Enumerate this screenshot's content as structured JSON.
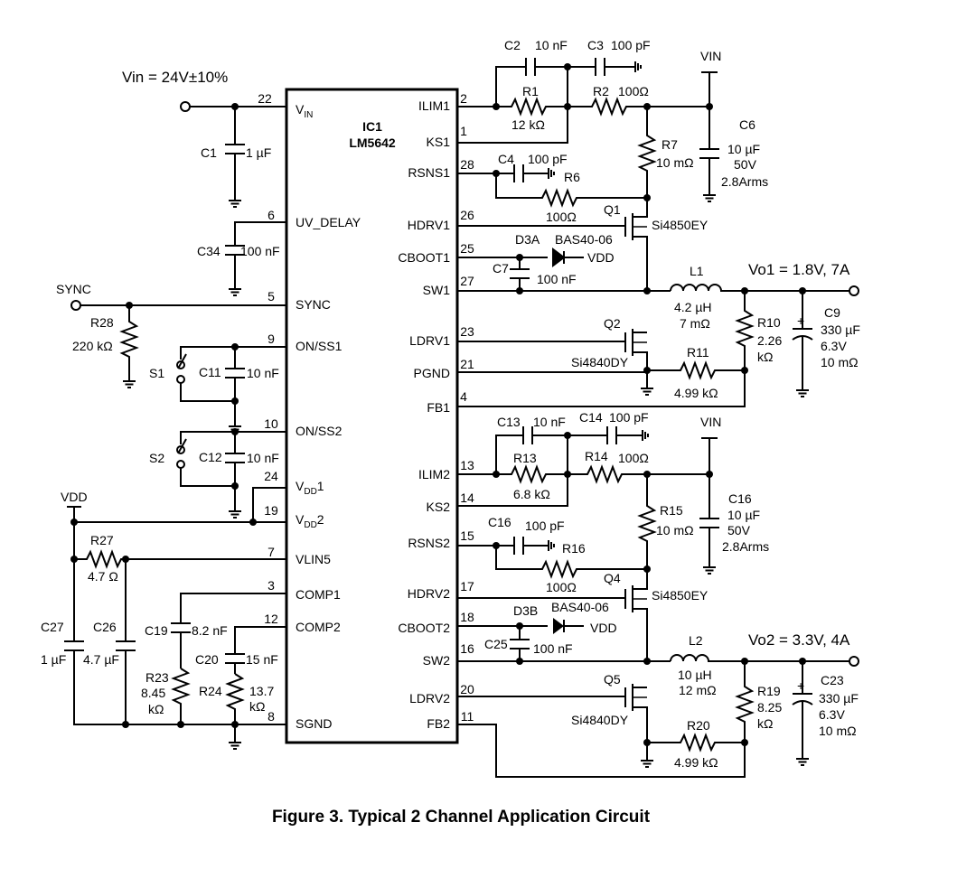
{
  "ic": {
    "ref": "IC1",
    "part": "LM5642"
  },
  "pins_left": [
    {
      "num": "22",
      "name": "VIN"
    },
    {
      "num": "6",
      "name": "UV_DELAY"
    },
    {
      "num": "5",
      "name": "SYNC"
    },
    {
      "num": "9",
      "name": "ON/SS1"
    },
    {
      "num": "10",
      "name": "ON/SS2"
    },
    {
      "num": "24",
      "name": "VDD1"
    },
    {
      "num": "19",
      "name": "VDD2"
    },
    {
      "num": "7",
      "name": "VLIN5"
    },
    {
      "num": "3",
      "name": "COMP1"
    },
    {
      "num": "12",
      "name": "COMP2"
    },
    {
      "num": "8",
      "name": "SGND"
    }
  ],
  "pins_right": [
    {
      "num": "2",
      "name": "ILIM1"
    },
    {
      "num": "1",
      "name": "KS1"
    },
    {
      "num": "28",
      "name": "RSNS1"
    },
    {
      "num": "26",
      "name": "HDRV1"
    },
    {
      "num": "25",
      "name": "CBOOT1"
    },
    {
      "num": "27",
      "name": "SW1"
    },
    {
      "num": "23",
      "name": "LDRV1"
    },
    {
      "num": "21",
      "name": "PGND"
    },
    {
      "num": "4",
      "name": "FB1"
    },
    {
      "num": "13",
      "name": "ILIM2"
    },
    {
      "num": "14",
      "name": "KS2"
    },
    {
      "num": "15",
      "name": "RSNS2"
    },
    {
      "num": "17",
      "name": "HDRV2"
    },
    {
      "num": "18",
      "name": "CBOOT2"
    },
    {
      "num": "16",
      "name": "SW2"
    },
    {
      "num": "20",
      "name": "LDRV2"
    },
    {
      "num": "11",
      "name": "FB2"
    }
  ],
  "nets": {
    "vin_main": "Vin = 24V±10%",
    "sync": "SYNC",
    "vdd": "VDD",
    "vin_top": "VIN",
    "vdd_diode": "VDD",
    "vo1": "Vo1 = 1.8V, 7A",
    "vo2": "Vo2 = 3.3V, 4A"
  },
  "components": {
    "C1": {
      "ref": "C1",
      "value": "1 µF"
    },
    "C34": {
      "ref": "C34",
      "value": "100 nF"
    },
    "R28": {
      "ref": "R28",
      "value": "220 kΩ"
    },
    "S1": {
      "ref": "S1"
    },
    "C11": {
      "ref": "C11",
      "value": "10 nF"
    },
    "S2": {
      "ref": "S2"
    },
    "C12": {
      "ref": "C12",
      "value": "10 nF"
    },
    "R27": {
      "ref": "R27",
      "value": "4.7 Ω"
    },
    "C27": {
      "ref": "C27",
      "value": "1 µF"
    },
    "C26": {
      "ref": "C26",
      "value": "4.7 µF"
    },
    "C19": {
      "ref": "C19",
      "value": "8.2 nF"
    },
    "C20": {
      "ref": "C20",
      "value": "15 nF"
    },
    "R23": {
      "ref": "R23",
      "value": "8.45",
      "value2": "kΩ"
    },
    "R24": {
      "ref": "R24",
      "value": "13.7",
      "value2": "kΩ"
    },
    "C2": {
      "ref": "C2",
      "value": "10 nF"
    },
    "C3": {
      "ref": "C3",
      "value": "100 pF"
    },
    "R1": {
      "ref": "R1",
      "value": "12 kΩ"
    },
    "R2": {
      "ref": "R2",
      "value": "100Ω"
    },
    "C6": {
      "ref": "C6",
      "value": "10 µF",
      "value2": "50V",
      "value3": "2.8Arms"
    },
    "R7": {
      "ref": "R7",
      "value": "10 mΩ"
    },
    "C4": {
      "ref": "C4",
      "value": "100 pF"
    },
    "R6": {
      "ref": "R6",
      "value": "100Ω"
    },
    "Q1": {
      "ref": "Q1",
      "part": "Si4850EY"
    },
    "D3A": {
      "ref": "D3A",
      "part": "BAS40-06"
    },
    "C7": {
      "ref": "C7",
      "value": "100 nF"
    },
    "L1": {
      "ref": "L1",
      "value": "4.2 µH",
      "value2": "7 mΩ"
    },
    "C9": {
      "ref": "C9",
      "value": "330 µF",
      "value2": "6.3V",
      "value3": "10 mΩ"
    },
    "R10": {
      "ref": "R10",
      "value": "2.26",
      "value2": "kΩ"
    },
    "Q2": {
      "ref": "Q2",
      "part": "Si4840DY"
    },
    "R11": {
      "ref": "R11",
      "value": "4.99 kΩ"
    },
    "C13": {
      "ref": "C13",
      "value": "10 nF"
    },
    "C14": {
      "ref": "C14",
      "value": "100 pF"
    },
    "R13": {
      "ref": "R13",
      "value": "6.8 kΩ"
    },
    "R14": {
      "ref": "R14",
      "value": "100Ω"
    },
    "C16a": {
      "ref": "C16",
      "value": "10 µF",
      "value2": "50V",
      "value3": "2.8Arms"
    },
    "R15": {
      "ref": "R15",
      "value": "10 mΩ"
    },
    "C16b": {
      "ref": "C16",
      "value": "100 pF"
    },
    "R16": {
      "ref": "R16",
      "value": "100Ω"
    },
    "Q4": {
      "ref": "Q4",
      "part": "Si4850EY"
    },
    "D3B": {
      "ref": "D3B",
      "part": "BAS40-06"
    },
    "C25": {
      "ref": "C25",
      "value": "100 nF"
    },
    "L2": {
      "ref": "L2",
      "value": "10 µH",
      "value2": "12 mΩ"
    },
    "C23": {
      "ref": "C23",
      "value": "330 µF",
      "value2": "6.3V",
      "value3": "10 mΩ"
    },
    "R19": {
      "ref": "R19",
      "value": "8.25",
      "value2": "kΩ"
    },
    "Q5": {
      "ref": "Q5",
      "part": "Si4840DY"
    },
    "R20": {
      "ref": "R20",
      "value": "4.99 kΩ"
    }
  },
  "caption": "Figure 3.  Typical 2 Channel Application Circuit"
}
